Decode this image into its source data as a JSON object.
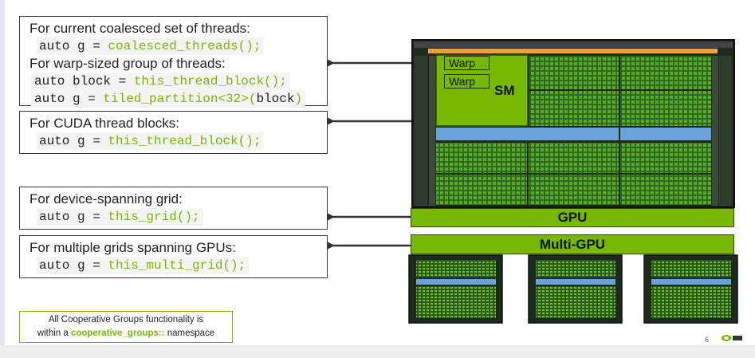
{
  "boxes": {
    "coalesced": {
      "heading1": "For current coalesced set of threads:",
      "code1_prefix": "auto g = ",
      "code1_call": "coalesced_threads();",
      "heading2": "For warp-sized group of threads:",
      "code2_prefix": "auto block = ",
      "code2_call": "this_thread_block();",
      "code3_prefix": "auto g = ",
      "code3_call": "tiled_partition<32>(",
      "code3_arg": "block",
      "code3_close": ")"
    },
    "block": {
      "heading": "For CUDA thread blocks:",
      "code_prefix": "auto g = ",
      "code_call": "this_thread_block();"
    },
    "grid": {
      "heading": "For device-spanning grid:",
      "code_prefix": "auto g = ",
      "code_call": "this_grid();"
    },
    "multi": {
      "heading": "For multiple grids spanning GPUs:",
      "code_prefix": "auto g = ",
      "code_call": "this_multi_grid();"
    }
  },
  "note": {
    "line1": "All Cooperative Groups functionality is",
    "line2_prefix": "within a ",
    "line2_namespace": "cooperative_groups::",
    "line2_suffix": " namespace"
  },
  "diagram": {
    "warp1": "Warp",
    "warp2": "Warp",
    "sm": "SM",
    "gpu": "GPU",
    "multi_gpu": "Multi-GPU"
  },
  "footer": {
    "page_number": "6"
  },
  "colors": {
    "accent": "#76b900",
    "die_dark": "#1e2a1e",
    "cache_blue": "#5b9bd5"
  }
}
